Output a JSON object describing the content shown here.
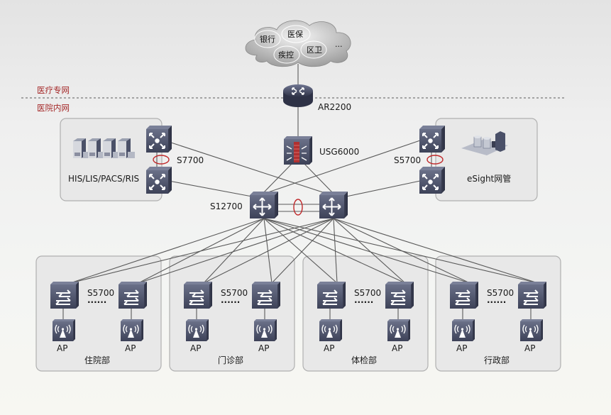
{
  "cloud": {
    "items": [
      "银行",
      "医保",
      "疾控",
      "区卫",
      "···"
    ]
  },
  "zones": {
    "external": "医疗专网",
    "internal": "医院内网"
  },
  "devices": {
    "router": "AR2200",
    "firewall": "USG6000",
    "core": "S12700",
    "datacenter_switch": "S7700",
    "mgmt_switch": "S5700"
  },
  "server_groups": {
    "datacenter": "HIS/LIS/PACS/RIS",
    "management": "eSight网管"
  },
  "departments": [
    {
      "name": "住院部",
      "switch": "S5700",
      "ellipsis": "······",
      "ap_left": "AP",
      "ap_right": "AP"
    },
    {
      "name": "门诊部",
      "switch": "S5700",
      "ellipsis": "······",
      "ap_left": "AP",
      "ap_right": "AP"
    },
    {
      "name": "体检部",
      "switch": "S5700",
      "ellipsis": "······",
      "ap_left": "AP",
      "ap_right": "AP"
    },
    {
      "name": "行政部",
      "switch": "S5700",
      "ellipsis": "······",
      "ap_left": "AP",
      "ap_right": "AP"
    }
  ],
  "colors": {
    "zone_text": "#a52a2a",
    "device_body": "#4a5068",
    "lag_ring": "#c0282a"
  }
}
